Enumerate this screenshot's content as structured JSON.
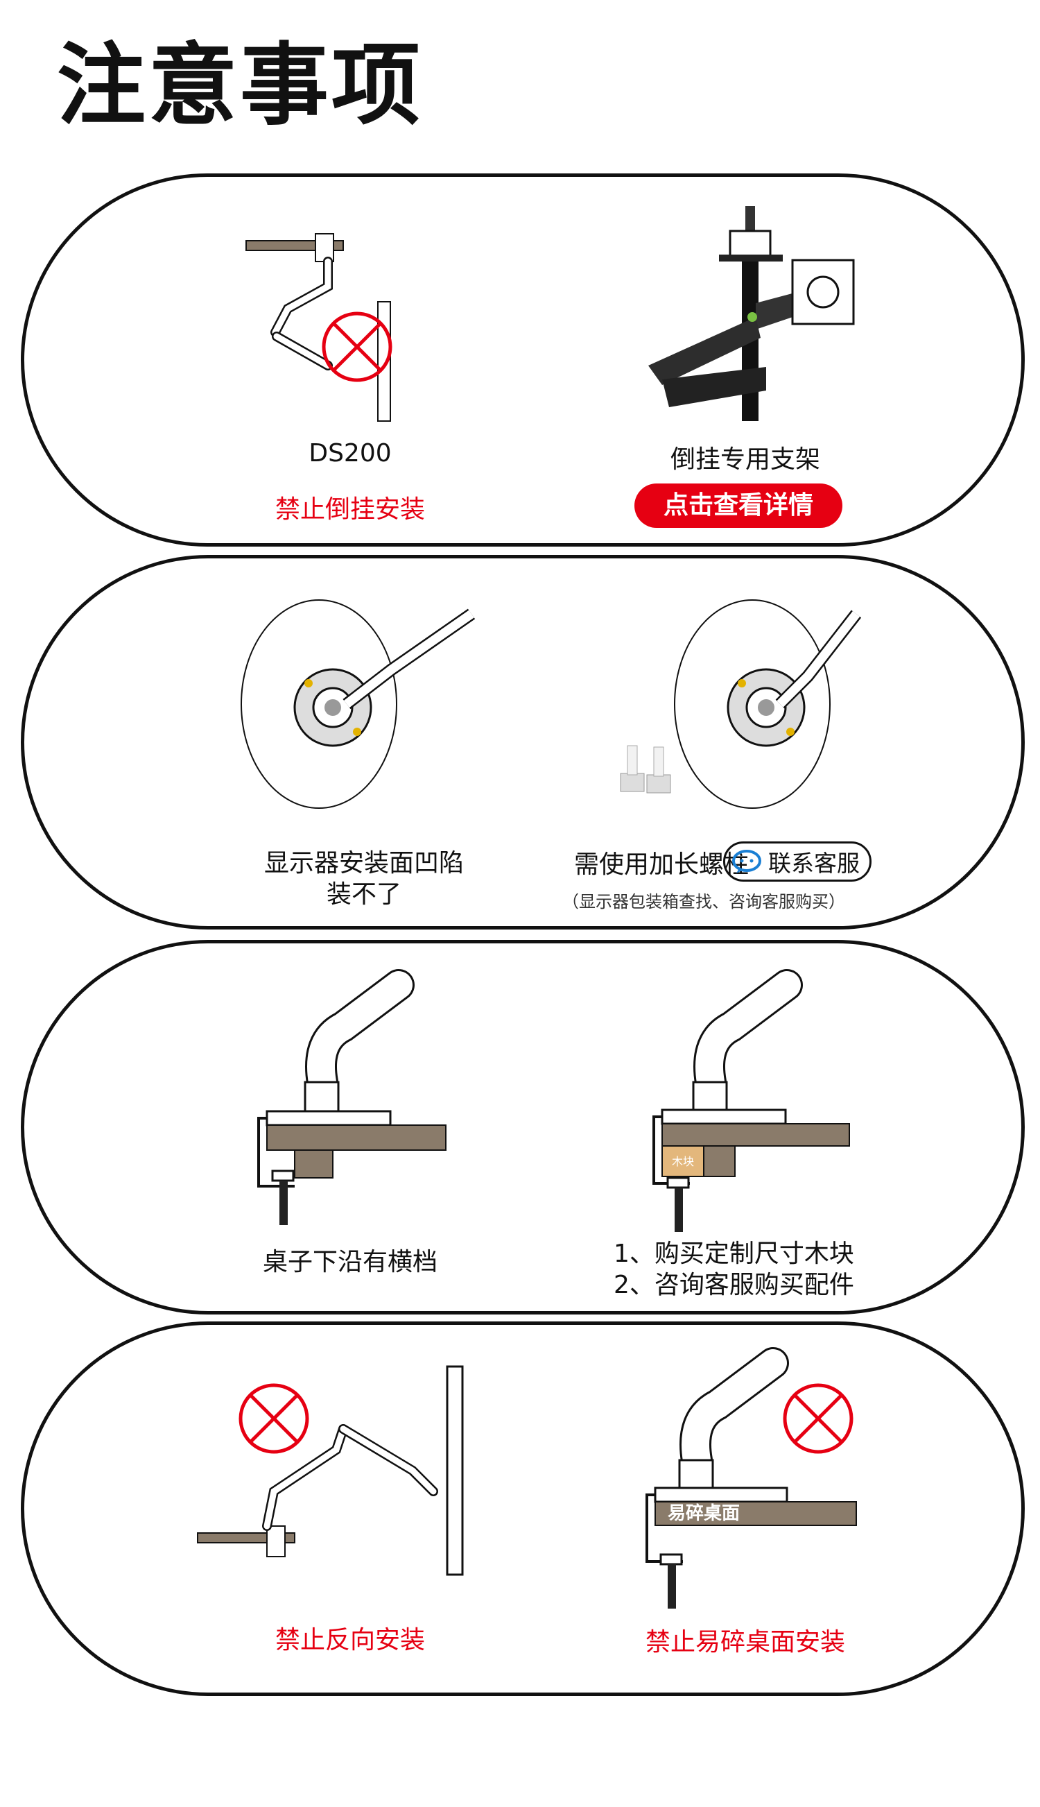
{
  "page": {
    "title": "注意事项"
  },
  "sections": [
    {
      "left": {
        "caption": "DS200",
        "warning": "禁止倒挂安装"
      },
      "right": {
        "caption": "倒挂专用支架",
        "button": "点击查看详情"
      }
    },
    {
      "left": {
        "caption_line1": "显示器安装面凹陷",
        "caption_line2": "装不了"
      },
      "right": {
        "caption": "需使用加长螺柱",
        "service_button": "联系客服",
        "note": "（显示器包装箱查找、咨询客服购买）"
      }
    },
    {
      "left": {
        "caption": "桌子下沿有横档"
      },
      "right": {
        "caption_line1": "1、购买定制尺寸木块",
        "caption_line2": "2、咨询客服购买配件",
        "block_label": "木块"
      }
    },
    {
      "left": {
        "warning": "禁止反向安装"
      },
      "right": {
        "warning": "禁止易碎桌面安装",
        "surface_label": "易碎桌面"
      }
    }
  ],
  "colors": {
    "accent_red": "#e60012",
    "desk_brown": "#8a7b6a",
    "wood_block": "#e3b77c",
    "outline": "#111111"
  }
}
